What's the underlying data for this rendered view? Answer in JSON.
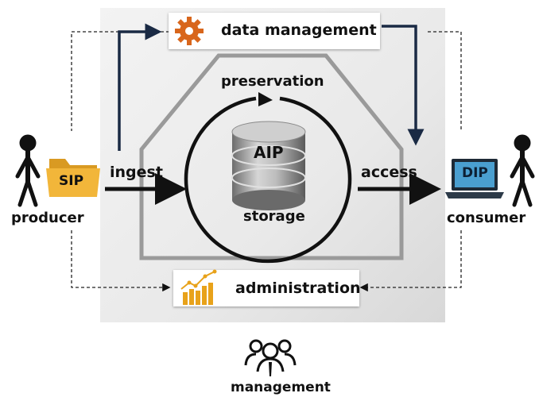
{
  "labels": {
    "data_management": "data management",
    "preservation": "preservation",
    "aip": "AIP",
    "storage": "storage",
    "ingest": "ingest",
    "access": "access",
    "sip": "SIP",
    "dip": "DIP",
    "producer": "producer",
    "consumer": "consumer",
    "administration": "administration",
    "management": "management"
  },
  "colors": {
    "gear": "#d8661c",
    "folder": "#f2b63a",
    "chart": "#e8a21a",
    "dip_screen": "#4a9fd0",
    "arrow": "#111111",
    "dark_arrow": "#1a2a44",
    "outline": "#9a9a9a"
  },
  "icons": {
    "gear": "gear-icon",
    "folder": "folder-icon",
    "laptop": "laptop-icon",
    "chart": "growth-chart-icon",
    "database": "database-icon",
    "person": "person-icon",
    "group": "people-group-icon"
  }
}
